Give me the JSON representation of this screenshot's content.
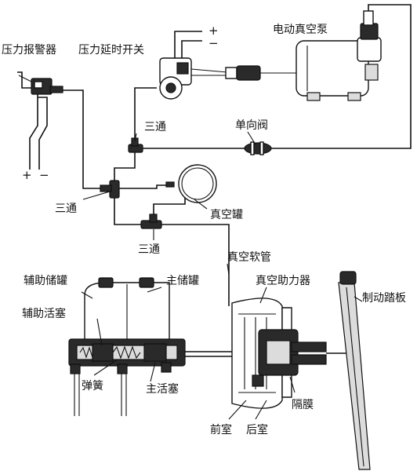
{
  "labels": {
    "pressure_alarm": "压力报警器",
    "pressure_delay_switch": "压力延时开关",
    "electric_vacuum_pump": "电动真空泵",
    "tee_upper": "三通",
    "check_valve": "单向阀",
    "tee_left": "三通",
    "vacuum_tank": "真空罐",
    "tee_lower": "三通",
    "vacuum_hose": "真空软管",
    "aux_reservoir": "辅助储罐",
    "main_reservoir": "主储罐",
    "vacuum_booster": "真空助力器",
    "brake_pedal": "制动踏板",
    "aux_piston": "辅助活塞",
    "spring": "弹簧",
    "main_piston": "主活塞",
    "diaphragm": "隔膜",
    "front_chamber": "前室",
    "rear_chamber": "后室"
  },
  "symbols": {
    "alarm_plus": "+",
    "alarm_minus": "−",
    "switch_plus": "+",
    "switch_minus": "−"
  },
  "colors": {
    "line": "#111111",
    "fill_dark": "#2a2a2a",
    "fill_light": "#dcdcdc",
    "background": "#ffffff"
  }
}
